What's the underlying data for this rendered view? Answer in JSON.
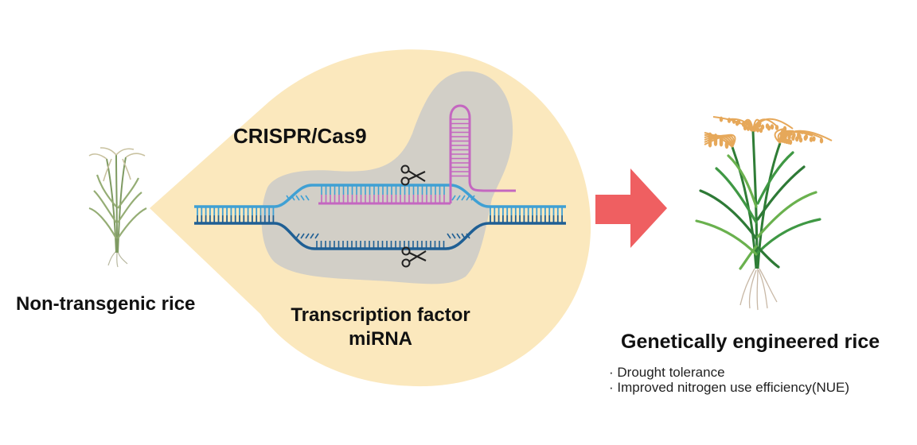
{
  "labels": {
    "left": "Non-transgenic rice",
    "tool": "CRISPR/Cas9",
    "targets": [
      "Transcription factor",
      "miRNA"
    ],
    "right": "Genetically engineered rice"
  },
  "traits": [
    "· Drought tolerance",
    "· Improved nitrogen use efficiency(NUE)"
  ],
  "colors": {
    "bubble": "#fbe8bd",
    "cas9": "#d2cfc7",
    "dna_upper": "#3fa0d4",
    "dna_lower": "#1f5f94",
    "guide_rna": "#c467c0",
    "arrow": "#ef5f61",
    "panicle": "#e6a85a",
    "leaf": "#3d9a45"
  },
  "icons": {
    "scissors_top": "scissors-icon",
    "scissors_bottom": "scissors-icon"
  }
}
